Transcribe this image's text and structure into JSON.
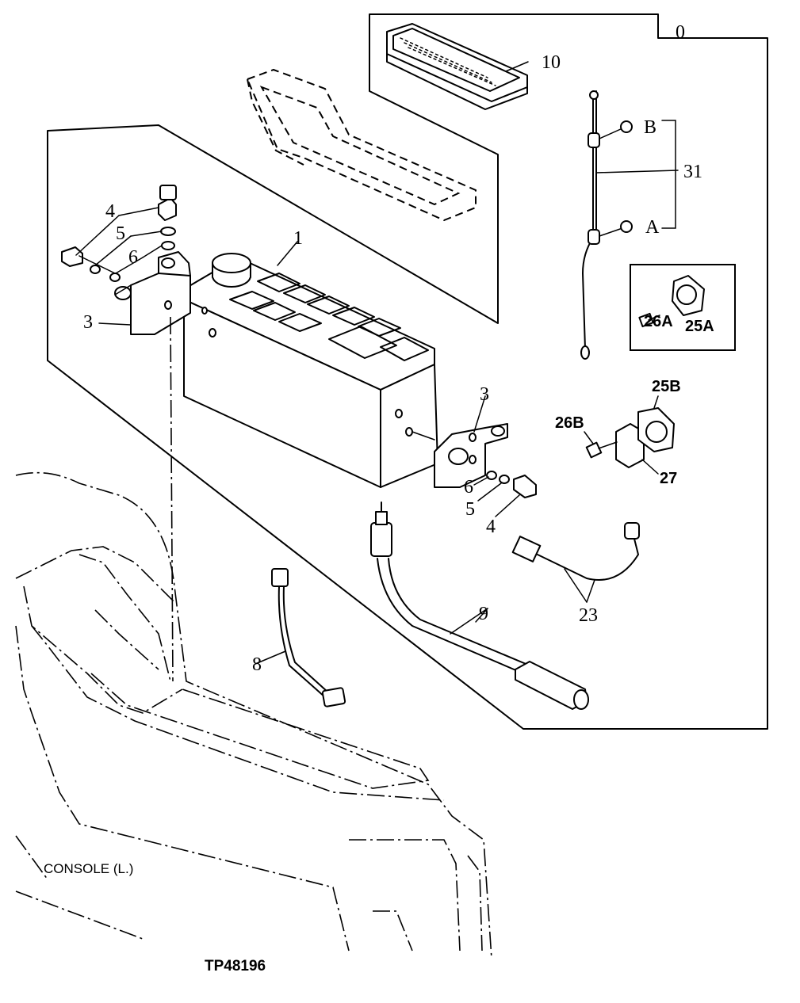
{
  "callouts": {
    "c0": "0",
    "c1": "1",
    "c3_left": "3",
    "c3_right": "3",
    "c4_left": "4",
    "c4_right": "4",
    "c5_left": "5",
    "c5_right": "5",
    "c6_left": "6",
    "c6_right": "6",
    "c8": "8",
    "c9": "9",
    "c10": "10",
    "c23": "23",
    "c31": "31",
    "cA": "A",
    "cB": "B",
    "c25A": "25A",
    "c26A": "26A",
    "c25B": "25B",
    "c26B": "26B",
    "c27": "27"
  },
  "caption": "CONSOLE (L.)",
  "figure_id": "TP48196"
}
